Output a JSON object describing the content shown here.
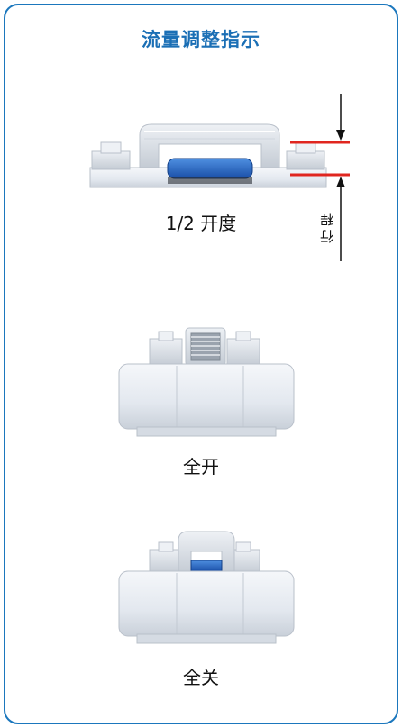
{
  "title": "流量调整指示",
  "figures": [
    {
      "label": "1/2 开度"
    },
    {
      "label": "全开"
    },
    {
      "label": "全关"
    }
  ],
  "stroke_label": "行程",
  "colors": {
    "accent": "#1b77bd",
    "indicator": "#2266c4",
    "marker": "#e0261f",
    "body": "#e8ecf2",
    "body_edge": "#b9c0ca"
  }
}
